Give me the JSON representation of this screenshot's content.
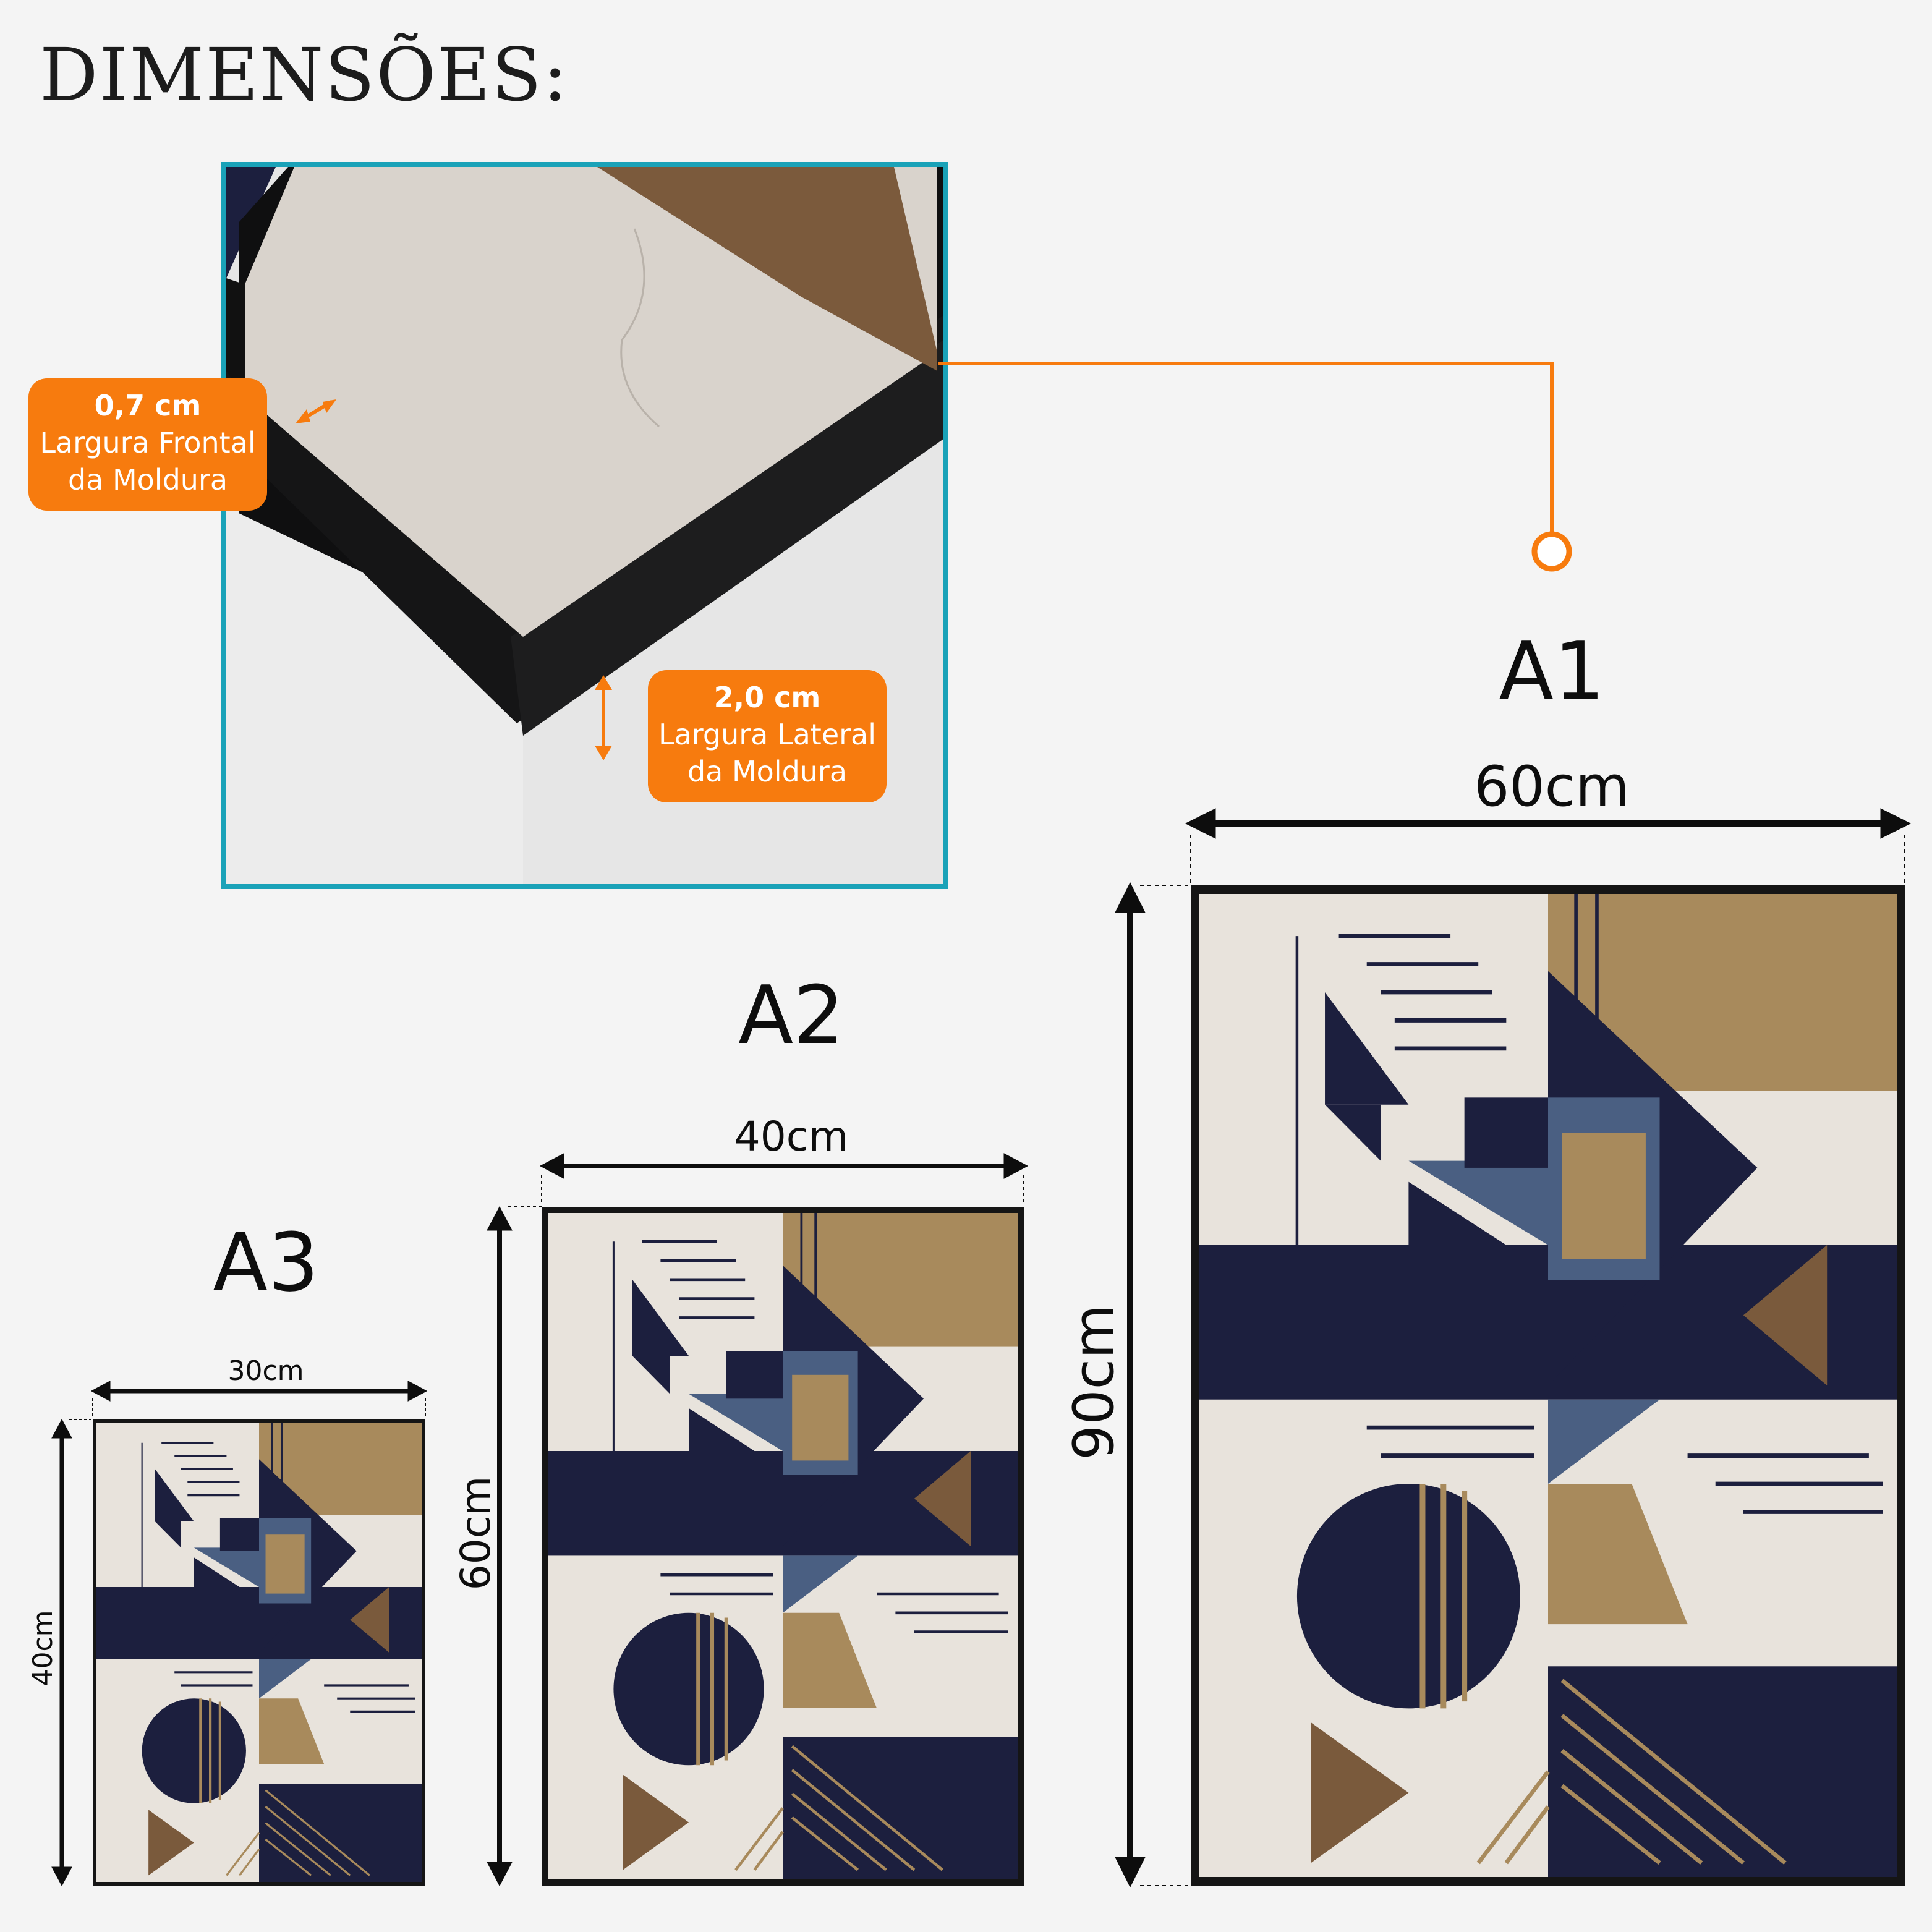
{
  "heading": "DIMENSÕES:",
  "frame_detail": {
    "front_width": {
      "value": "0,7 cm",
      "label_line1": "Largura Frontal",
      "label_line2": "da Moldura"
    },
    "side_width": {
      "value": "2,0 cm",
      "label_line1": "Largura Lateral",
      "label_line2": "da Moldura"
    }
  },
  "sizes": [
    {
      "name": "A1",
      "width": "60cm",
      "height": "90cm"
    },
    {
      "name": "A2",
      "width": "40cm",
      "height": "60cm"
    },
    {
      "name": "A3",
      "width": "30cm",
      "height": "40cm"
    }
  ],
  "colors": {
    "accent": "#f77b0e",
    "detail_border": "#1aa2b8",
    "navy": "#1c1f3e",
    "slate": "#4a5f82",
    "gold": "#a88a5c",
    "brown": "#7a5a3c",
    "cream": "#e8e3dc"
  }
}
